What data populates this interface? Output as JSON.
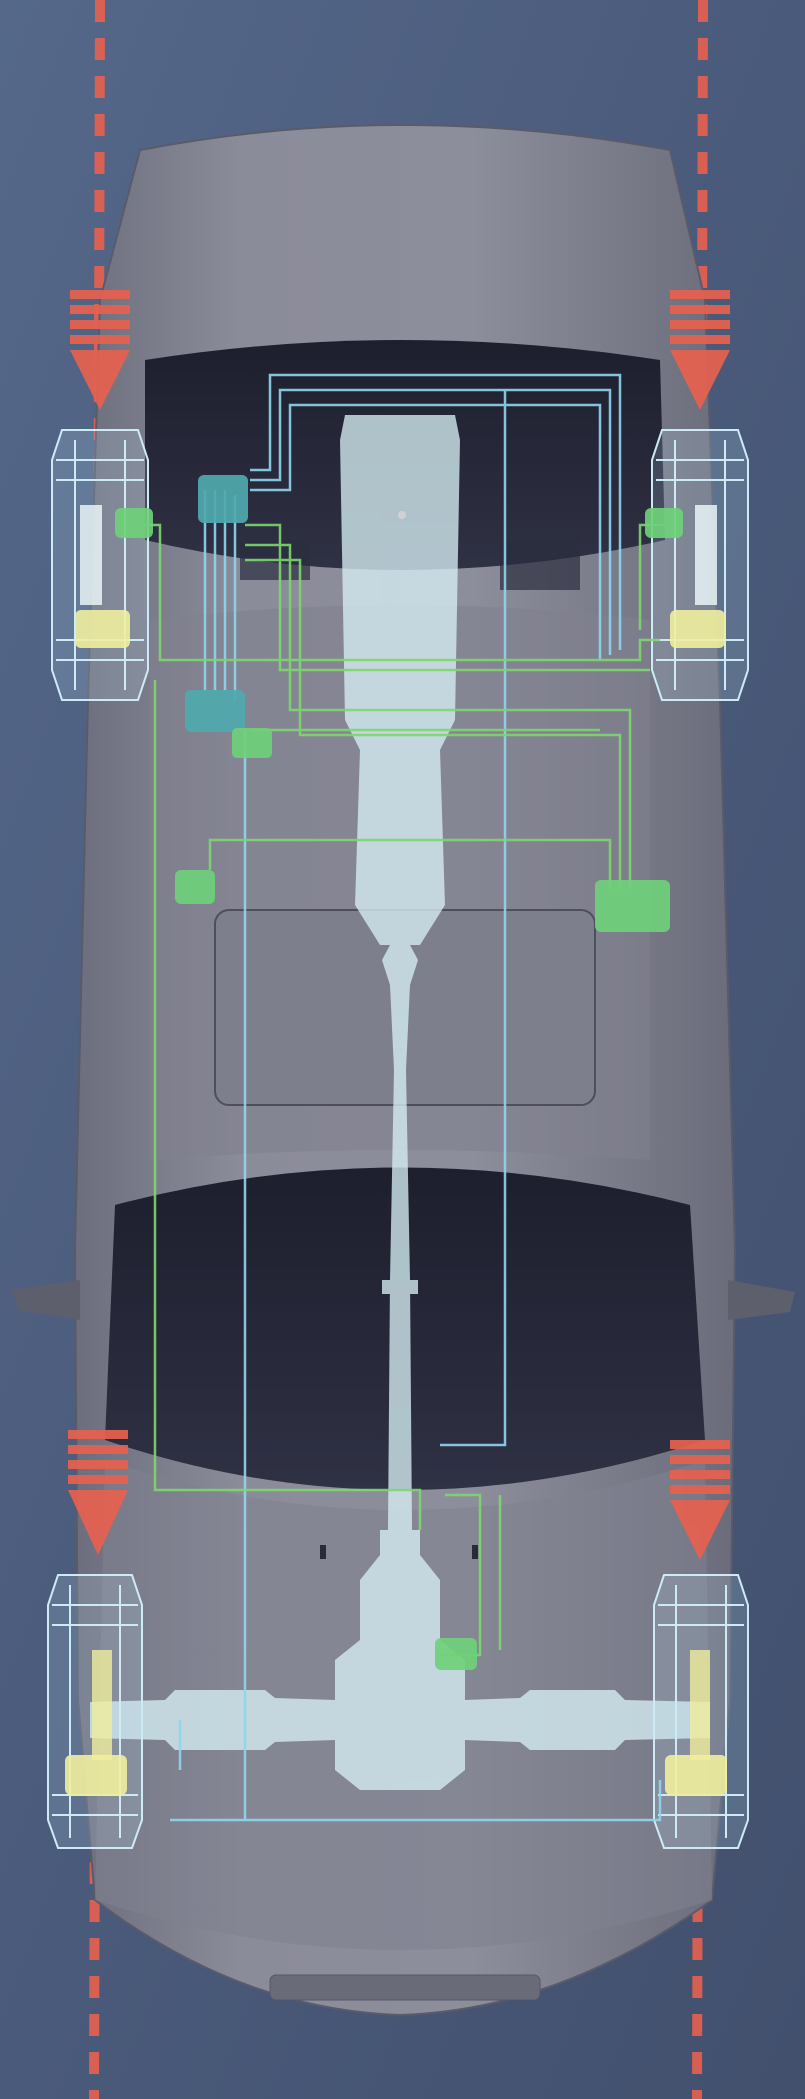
{
  "colors": {
    "ground": "#4e5f80",
    "ground_dark": "#3b4866",
    "car_body": "#858695",
    "car_shade": "#6c6d7c",
    "glass": "#26283a",
    "sunroof": "#7d7f8d",
    "hydraulic_line": "#7ed66f",
    "electric_line": "#8fd6ee",
    "wheel_outline": "#cfeaf7",
    "drivetrain": "#d6eef4",
    "control_unit_green": "#6fd07a",
    "control_unit_teal": "#4fa9ad",
    "brake_caliper": "#f0ee9e",
    "arrow_red": "#e7614f",
    "track_red": "#e7614f"
  },
  "diagram": {
    "subject": "vehicle-top-view",
    "overlay": "brake-and-traction-system-schematic",
    "wheels": [
      "front-left",
      "front-right",
      "rear-left",
      "rear-right"
    ],
    "arrows": [
      "front-left",
      "front-right",
      "rear-left",
      "rear-right"
    ],
    "control_units": [
      "teal-module-upper",
      "teal-module-lower",
      "green-valve-small",
      "green-sensor-left",
      "green-hydraulic-unit-right",
      "green-rear-sensor"
    ]
  }
}
